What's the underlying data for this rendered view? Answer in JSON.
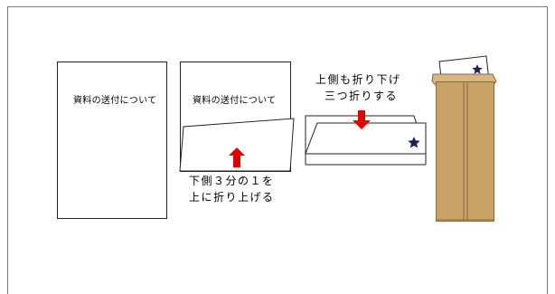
{
  "diagram": {
    "doc_title": "資料の送付について",
    "caption_fold_up": [
      "下側３分の１を",
      "上に折り上げる"
    ],
    "caption_fold_down": [
      "上側も折り下げ",
      "三つ折りする"
    ],
    "colors": {
      "arrow": "#e00000",
      "star": "#1a2456",
      "envelope": "#c9a268",
      "envelope_dark": "#8a6a3a",
      "paper_border": "#222222",
      "frame_border": "#7a7a7a"
    },
    "icons": [
      "arrow-up-icon",
      "arrow-down-icon",
      "star-icon",
      "envelope-icon"
    ]
  }
}
